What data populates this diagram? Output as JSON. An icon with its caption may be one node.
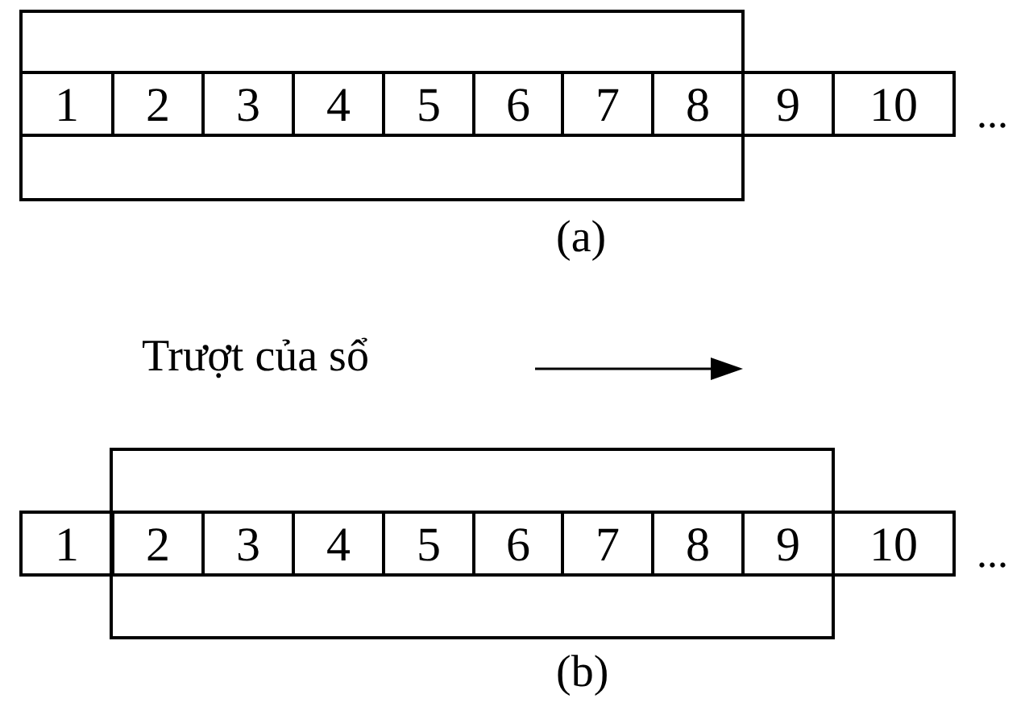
{
  "diagram": {
    "nodes": [
      {
        "text": [],
        "shape": "box"
      },
      {
        "text": [
          "1"
        ],
        "in": 0
      },
      {
        "text": [
          "2"
        ],
        "in": 0
      },
      {
        "text": [
          "3"
        ],
        "in": 0
      },
      {
        "text": [
          "4"
        ],
        "in": 0
      },
      {
        "text": [
          "5"
        ],
        "in": 0
      },
      {
        "text": [
          "6"
        ],
        "in": 0
      },
      {
        "text": [
          "7"
        ],
        "in": 0
      },
      {
        "text": [
          "8"
        ],
        "in": 0
      },
      {
        "text": [
          "9"
        ]
      },
      {
        "text": [
          "10"
        ]
      },
      {
        "text": [],
        "shape": "box"
      },
      {
        "text": [
          "1"
        ]
      },
      {
        "text": [
          "2"
        ],
        "in": 11
      },
      {
        "text": [
          "3"
        ],
        "in": 11
      },
      {
        "text": [
          "4"
        ],
        "in": 11
      },
      {
        "text": [
          "5"
        ],
        "in": 11
      },
      {
        "text": [
          "6"
        ],
        "in": 11
      },
      {
        "text": [
          "7"
        ],
        "in": 11
      },
      {
        "text": [
          "8"
        ],
        "in": 11
      },
      {
        "text": [
          "9"
        ],
        "in": 11
      },
      {
        "text": [
          "10"
        ]
      }
    ],
    "labels": [
      "...",
      "(a)",
      "Trượt của sổ",
      "...",
      "(b)"
    ]
  }
}
